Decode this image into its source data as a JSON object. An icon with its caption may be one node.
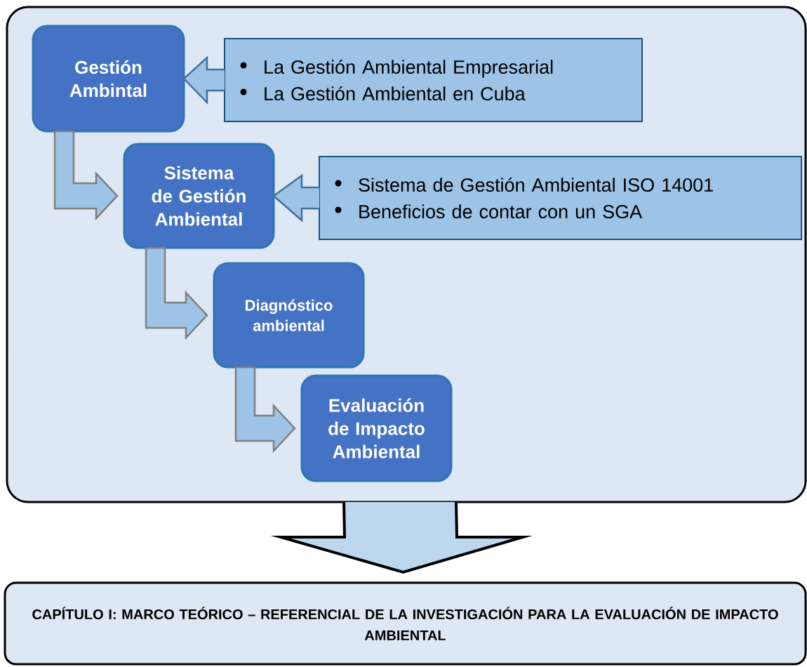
{
  "diagram": {
    "nodes": [
      {
        "text": [],
        "shape": "box"
      },
      {
        "text": [
          "Gestión Ambintal"
        ],
        "in": 0
      },
      {
        "text": [
          "La Gestión Ambiental Empresarial",
          "La Gestión Ambiental en Cuba"
        ],
        "in": 0
      },
      {
        "text": [
          "Sistema de Gestión Ambiental"
        ],
        "in": 0
      },
      {
        "text": [
          "Sistema de Gestión Ambiental ISO 14001",
          "Beneficios de contar con un SGA"
        ],
        "in": 0
      },
      {
        "text": [
          "Diagnóstico ambiental"
        ],
        "in": 0
      },
      {
        "text": [
          "Evaluación de Impacto Ambiental"
        ],
        "in": 0
      },
      {
        "text": [
          "CAPÍTULO I: MARCO TEÓRICO – REFERENCIAL DE LA INVESTIGACIÓN PARA LA EVALUACIÓN DE IMPACTO AMBIENTAL"
        ]
      }
    ],
    "edges": [
      {
        "from": 2,
        "to": 1,
        "arrow": "to",
        "color": "#41719c"
      },
      {
        "from": 1,
        "to": 3,
        "arrow": "to"
      },
      {
        "from": 4,
        "to": 3,
        "arrow": "to",
        "color": "#41719c"
      },
      {
        "from": 3,
        "to": 5,
        "arrow": "to"
      },
      {
        "from": 5,
        "to": 6,
        "arrow": "to"
      },
      {
        "from": 0,
        "to": 7,
        "arrow": "to",
        "style": "thick",
        "color": "#000000"
      }
    ]
  }
}
